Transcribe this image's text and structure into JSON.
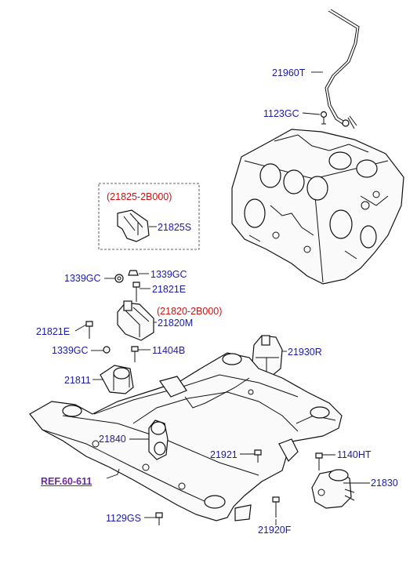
{
  "diagram": {
    "labels": {
      "dipstick": "21960T",
      "dipstick_bolt": "1123GC",
      "bracket_group": "(21825-2B000)",
      "bracket": "21825S",
      "nut_left": "1339GC",
      "nut_right": "1339GC",
      "bolt_upper": "21821E",
      "mount_group": "(21820-2B000)",
      "mount_left": "21820M",
      "bolt_lower": "21821E",
      "nut_lower": "1339GC",
      "bolt_11404": "11404B",
      "insulator_left": "21811",
      "mount_right": "21930R",
      "roll_rod": "21840",
      "bolt_21921": "21921",
      "bolt_1140": "1140HT",
      "trans_mount": "21830",
      "ref": "REF.60-611",
      "bolt_1129": "1129GS",
      "bolt_21920": "21920F"
    },
    "colors": {
      "part_number": "#1a1aa8",
      "group_number": "#d21010",
      "reference": "#6b2a9c",
      "line": "#111111"
    }
  }
}
